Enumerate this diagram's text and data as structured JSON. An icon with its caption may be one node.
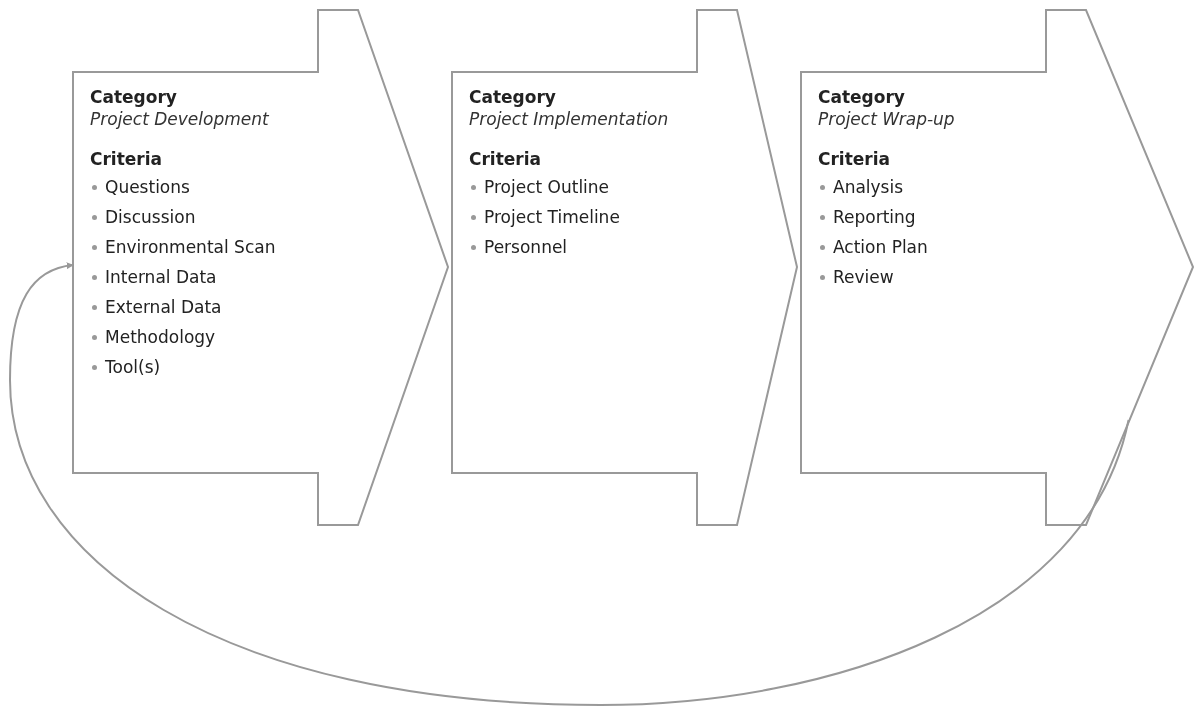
{
  "diagram": {
    "nodes": [
      {
        "text": [
          "Category",
          "Project Development",
          "Criteria",
          "Questions",
          "Discussion",
          "Environmental Scan",
          "Internal Data",
          "External Data",
          "Methodology",
          "Tool(s)"
        ]
      },
      {
        "text": [
          "Category",
          "Project Implementation",
          "Criteria",
          "Project Outline",
          "Project Timeline",
          "Personnel"
        ]
      },
      {
        "text": [
          "Category",
          "Project Wrap-up",
          "Criteria",
          "Analysis",
          "Reporting",
          "Action Plan",
          "Review"
        ]
      }
    ],
    "edges": [
      {
        "from": 2,
        "to": 0,
        "arrow": "to"
      }
    ]
  }
}
